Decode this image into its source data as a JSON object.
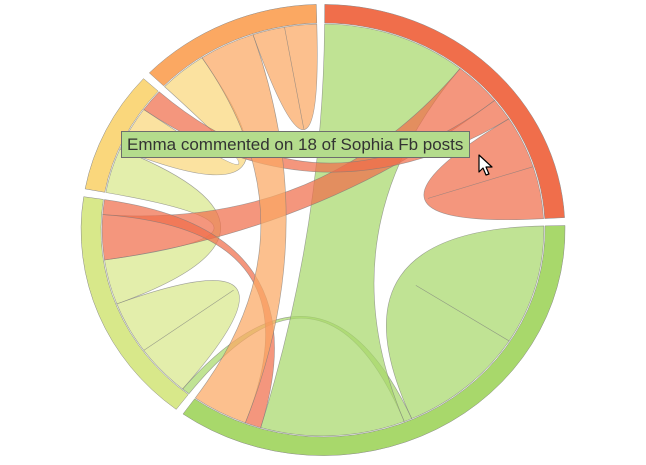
{
  "chart_data": {
    "type": "chord",
    "groups": [
      {
        "color": "#a8d86b"
      },
      {
        "color": "#d8e88a"
      },
      {
        "color": "#fad77c"
      },
      {
        "color": "#fba862"
      },
      {
        "color": "#f06e4b"
      }
    ],
    "ribbons": [
      {
        "source": 0,
        "target": 0,
        "color": "#a8d86b",
        "value": 16
      },
      {
        "source": 0,
        "target": 1,
        "color": "#a8d86b",
        "value": 1
      },
      {
        "source": 0,
        "target": 4,
        "color": "#a8d86b",
        "value": 18
      },
      {
        "source": 1,
        "target": 1,
        "color": "#d8e88a",
        "value": 7
      },
      {
        "source": 1,
        "target": 2,
        "color": "#d8e88a",
        "value": 6
      },
      {
        "source": 1,
        "target": 4,
        "color": "#f06e4b",
        "value": 6
      },
      {
        "source": 1,
        "target": 0,
        "color": "#f06e4b",
        "value": 2
      },
      {
        "source": 2,
        "target": 3,
        "color": "#fad77c",
        "value": 6
      },
      {
        "source": 2,
        "target": 4,
        "color": "#f06e4b",
        "value": 3
      },
      {
        "source": 3,
        "target": 0,
        "color": "#fba862",
        "value": 7
      },
      {
        "source": 3,
        "target": 3,
        "color": "#fba862",
        "value": 4
      },
      {
        "source": 4,
        "target": 4,
        "color": "#f06e4b",
        "value": 7
      }
    ]
  },
  "tooltip": {
    "text": "Emma commented on 18 of Sophia Fb posts",
    "background": "#b4dc8c"
  },
  "cursor": {
    "icon": "mouse-pointer-icon"
  }
}
